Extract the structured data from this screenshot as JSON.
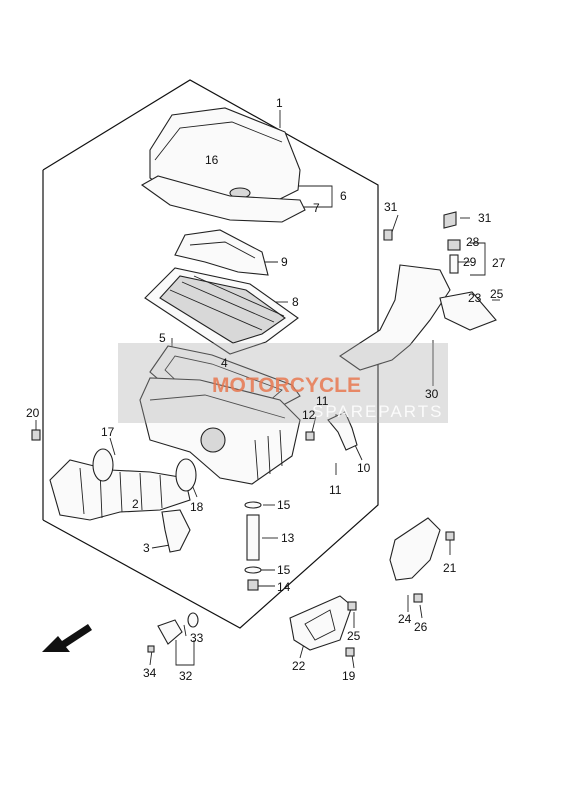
{
  "labels": {
    "p1": "1",
    "p2": "2",
    "p3": "3",
    "p4": "4",
    "p5": "5",
    "p6": "6",
    "p7": "7",
    "p8": "8",
    "p9": "9",
    "p10": "10",
    "p11a": "11",
    "p11b": "11",
    "p12": "12",
    "p13": "13",
    "p14": "14",
    "p15a": "15",
    "p15b": "15",
    "p16": "16",
    "p17": "17",
    "p18": "18",
    "p19": "19",
    "p20": "20",
    "p21": "21",
    "p22": "22",
    "p23": "23",
    "p24": "24",
    "p25a": "25",
    "p25b": "25",
    "p26": "26",
    "p27": "27",
    "p28": "28",
    "p29": "29",
    "p30": "30",
    "p31a": "31",
    "p31b": "31",
    "p32": "32",
    "p33": "33",
    "p34": "34"
  },
  "watermark": {
    "brand": "MOTORCYCLE",
    "sub": "SPAREPARTS"
  }
}
